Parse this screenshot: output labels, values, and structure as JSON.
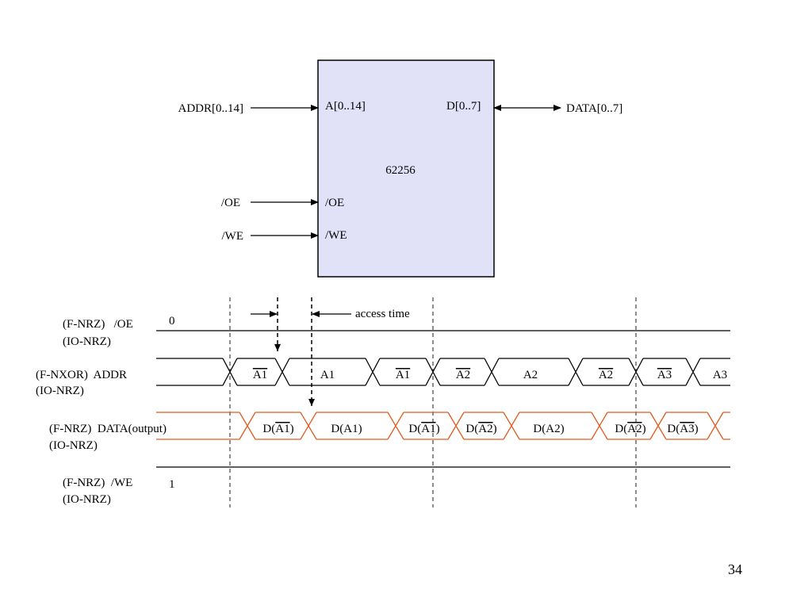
{
  "colors": {
    "chip_fill": "#e1e1f8",
    "data_wave": "#e05a1e",
    "line": "#000000"
  },
  "chip": {
    "name": "62256",
    "pins": {
      "addr": "A[0..14]",
      "data": "D[0..7]",
      "oe": "/OE",
      "we": "/WE"
    },
    "external": {
      "addr": "ADDR[0..14]",
      "data": "DATA[0..7]",
      "oe": "/OE",
      "we": "/WE"
    }
  },
  "timing": {
    "access_time_label": "access time",
    "rows": [
      {
        "name": "(F-NRZ)   /OE",
        "encoding": "(IO-NRZ)",
        "level": "0"
      },
      {
        "name": "(F-NXOR)  ADDR",
        "encoding": "(IO-NRZ)"
      },
      {
        "name": "(F-NRZ)  DATA(output)",
        "encoding": "(IO-NRZ)"
      },
      {
        "name": "(F-NRZ)  /WE",
        "encoding": "(IO-NRZ)",
        "level": "1"
      }
    ],
    "addr_segments": [
      {
        "text": "A1",
        "overline": true
      },
      {
        "text": "A1",
        "overline": false
      },
      {
        "text": "A1",
        "overline": true
      },
      {
        "text": "A2",
        "overline": true
      },
      {
        "text": "A2",
        "overline": false
      },
      {
        "text": "A2",
        "overline": true
      },
      {
        "text": "A3",
        "overline": true
      },
      {
        "text": "A3",
        "overline": false
      }
    ],
    "data_segments": [
      {
        "prefix": "D(",
        "arg": "A1",
        "suffix": ")",
        "overline": true
      },
      {
        "prefix": "D(",
        "arg": "A1",
        "suffix": ")",
        "overline": false
      },
      {
        "prefix": "D(",
        "arg": "A1",
        "suffix": ")",
        "overline": true
      },
      {
        "prefix": "D(",
        "arg": "A2",
        "suffix": ")",
        "overline": true
      },
      {
        "prefix": "D(",
        "arg": "A2",
        "suffix": ")",
        "overline": false
      },
      {
        "prefix": "D(",
        "arg": "A2",
        "suffix": ")",
        "overline": true
      },
      {
        "prefix": "D(",
        "arg": "A3",
        "suffix": ")",
        "overline": true
      }
    ]
  },
  "page_number": "34"
}
